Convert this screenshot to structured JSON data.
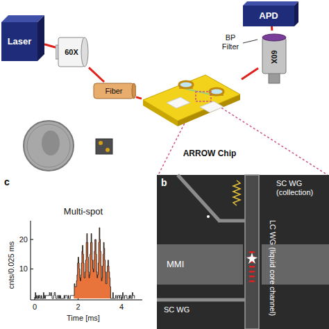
{
  "diagram": {
    "nodes": [
      {
        "text": [
          "Laser"
        ]
      },
      {
        "text": [
          "60X"
        ]
      },
      {
        "text": [
          "Fiber"
        ]
      },
      {
        "text": [
          "ARROW Chip"
        ]
      },
      {
        "text": [
          "60X"
        ]
      },
      {
        "text": [
          "APD"
        ]
      }
    ],
    "edges": [
      {
        "from": 0,
        "to": 1,
        "arrow": "none"
      },
      {
        "from": 1,
        "to": 2,
        "arrow": "none"
      },
      {
        "from": 2,
        "to": 3,
        "arrow": "none"
      },
      {
        "from": 3,
        "to": 4,
        "arrow": "none"
      },
      {
        "from": 4,
        "to": 5,
        "arrow": "none"
      }
    ],
    "labels": [
      "b",
      "BP Filter",
      "c",
      "Multi-spot",
      "SC WG (collection)",
      "MMI",
      "SC WG",
      "LC WG (liquid core channel)",
      "cnts/0.025 ms",
      "20",
      "10",
      "0",
      "2",
      "4",
      "Time [ms]"
    ]
  }
}
